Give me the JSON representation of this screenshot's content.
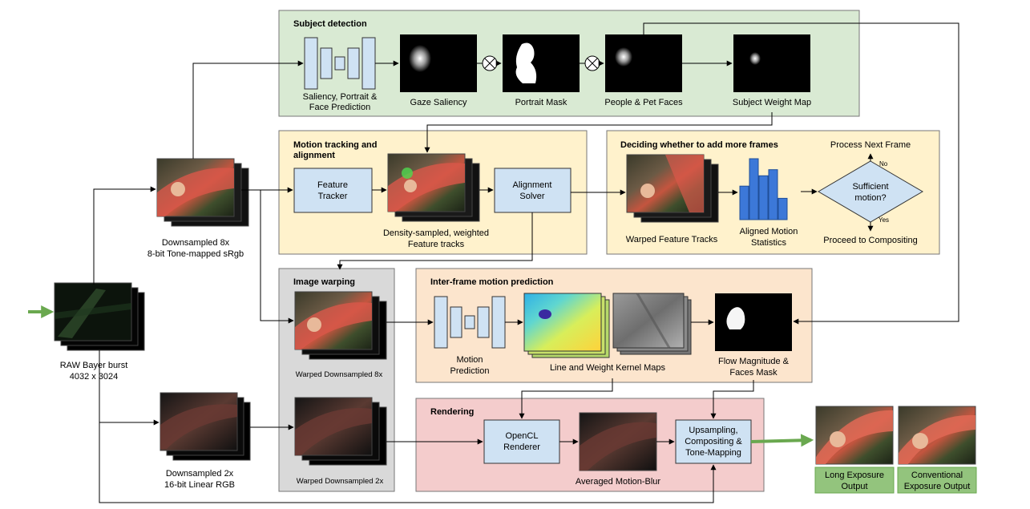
{
  "colors": {
    "subject_bg": "#d9ead3",
    "motion_bg": "#fff2cc",
    "warping_bg": "#d9d9d9",
    "prediction_bg": "#fce5cd",
    "rendering_bg": "#f4cccc",
    "process_box": "#cfe2f3",
    "output_bg": "#93c47d",
    "arrow_green": "#6aa84f",
    "bar_blue": "#3c78d8"
  },
  "sections": {
    "subject_detection": "Subject detection",
    "motion_tracking_1": "Motion tracking and",
    "motion_tracking_2": "alignment",
    "deciding": "Deciding whether to add more frames",
    "image_warping": "Image warping",
    "interframe": "Inter-frame motion prediction",
    "rendering": "Rendering"
  },
  "subject": {
    "saliency_1": "Saliency, Portrait &",
    "saliency_2": "Face Prediction",
    "gaze": "Gaze Saliency",
    "portrait": "Portrait Mask",
    "people": "People & Pet Faces",
    "weight": "Subject Weight Map"
  },
  "motion": {
    "tracker_1": "Feature",
    "tracker_2": "Tracker",
    "solver_1": "Alignment",
    "solver_2": "Solver",
    "tracks_1": "Density-sampled, weighted",
    "tracks_2": "Feature tracks"
  },
  "deciding": {
    "warped_tracks": "Warped Feature Tracks",
    "stats_1": "Aligned Motion",
    "stats_2": "Statistics",
    "next_frame": "Process Next Frame",
    "no": "No",
    "yes": "Yes",
    "question_1": "Sufficient",
    "question_2": "motion?",
    "proceed": "Proceed to Compositing"
  },
  "inputs": {
    "ds8_1": "Downsampled 8x",
    "ds8_2": "8-bit Tone-mapped sRgb",
    "raw_1": "RAW Bayer burst",
    "raw_2": "4032 x 3024",
    "ds2_1": "Downsampled 2x",
    "ds2_2": "16-bit Linear RGB"
  },
  "warping": {
    "w8": "Warped Downsampled 8x",
    "w2": "Warped Downsampled 2x"
  },
  "prediction": {
    "motion_1": "Motion",
    "motion_2": "Prediction",
    "kernel_maps": "Line and Weight Kernel Maps",
    "flow_1": "Flow Magnitude &",
    "flow_2": "Faces Mask"
  },
  "rendering": {
    "opencl_1": "OpenCL",
    "opencl_2": "Renderer",
    "averaged": "Averaged Motion-Blur",
    "up_1": "Upsampling,",
    "up_2": "Compositing &",
    "up_3": "Tone-Mapping"
  },
  "outputs": {
    "long_1": "Long Exposure",
    "long_2": "Output",
    "conv_1": "Conventional",
    "conv_2": "Exposure Output"
  },
  "stats_bars": [
    0.55,
    1.0,
    0.72,
    0.82,
    0.35
  ]
}
